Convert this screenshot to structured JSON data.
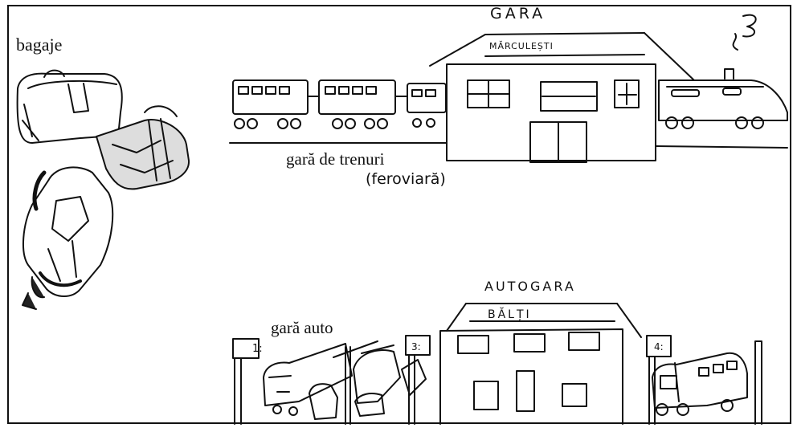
{
  "labels": {
    "bagaje": "bagaje",
    "gara_trenuri": "gară de trenuri",
    "feroviara": "(feroviară)",
    "gara_auto": "gară auto"
  },
  "signs": {
    "gara": "GARA",
    "marculesti": "MĂRCULEȘTI",
    "autogara": "AUTOGARA",
    "balti": "BĂLȚI"
  },
  "platforms": {
    "p1": "1:",
    "p2": "3:",
    "p3": "4:"
  }
}
